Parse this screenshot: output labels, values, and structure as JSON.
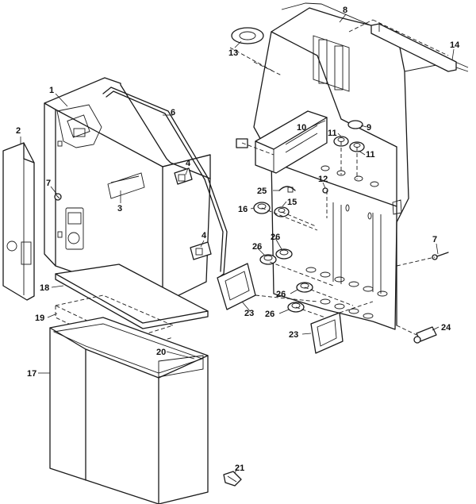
{
  "parts": [
    {
      "id": "1",
      "label": "1"
    },
    {
      "id": "2",
      "label": "2"
    },
    {
      "id": "3",
      "label": "3"
    },
    {
      "id": "4a",
      "label": "4"
    },
    {
      "id": "4b",
      "label": "4"
    },
    {
      "id": "6",
      "label": "6"
    },
    {
      "id": "7a",
      "label": "7"
    },
    {
      "id": "7b",
      "label": "7"
    },
    {
      "id": "8",
      "label": "8"
    },
    {
      "id": "9",
      "label": "9"
    },
    {
      "id": "10",
      "label": "10"
    },
    {
      "id": "11a",
      "label": "11"
    },
    {
      "id": "11b",
      "label": "11"
    },
    {
      "id": "12",
      "label": "12"
    },
    {
      "id": "13",
      "label": "13"
    },
    {
      "id": "14",
      "label": "14"
    },
    {
      "id": "15",
      "label": "15"
    },
    {
      "id": "16",
      "label": "16"
    },
    {
      "id": "17",
      "label": "17"
    },
    {
      "id": "18",
      "label": "18"
    },
    {
      "id": "19",
      "label": "19"
    },
    {
      "id": "20",
      "label": "20"
    },
    {
      "id": "21",
      "label": "21"
    },
    {
      "id": "23a",
      "label": "23"
    },
    {
      "id": "23b",
      "label": "23"
    },
    {
      "id": "24",
      "label": "24"
    },
    {
      "id": "25",
      "label": "25"
    },
    {
      "id": "26a",
      "label": "26"
    },
    {
      "id": "26b",
      "label": "26"
    },
    {
      "id": "26c",
      "label": "26"
    },
    {
      "id": "26d",
      "label": "26"
    }
  ]
}
